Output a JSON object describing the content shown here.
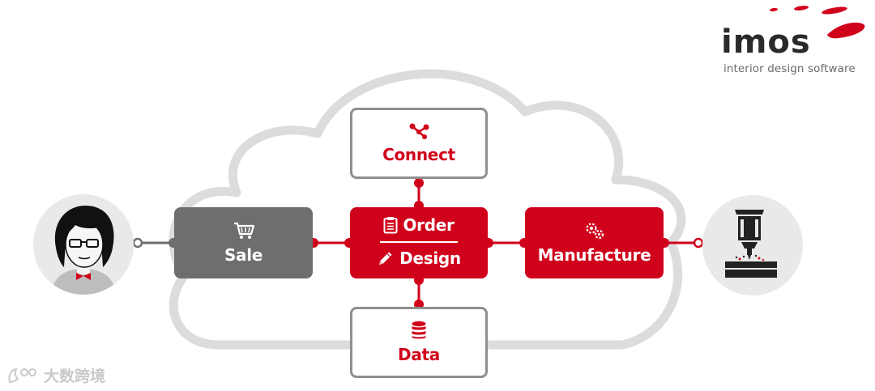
{
  "brand": {
    "name": "imos",
    "tagline": "interior design software",
    "accent_color": "#d0021b"
  },
  "nodes": {
    "connect": {
      "label": "Connect",
      "icon": "share-network-icon"
    },
    "sale": {
      "label": "Sale",
      "icon": "shopping-cart-icon"
    },
    "order": {
      "label": "Order",
      "icon": "clipboard-icon"
    },
    "design": {
      "label": "Design",
      "icon": "pencil-icon"
    },
    "manufacture": {
      "label": "Manufacture",
      "icon": "gears-icon"
    },
    "data": {
      "label": "Data",
      "icon": "database-icon"
    }
  },
  "actors": {
    "customer": {
      "icon": "woman-with-glasses-avatar-icon"
    },
    "machine": {
      "icon": "cnc-machine-icon"
    }
  },
  "watermark": {
    "text": "大数跨境"
  }
}
